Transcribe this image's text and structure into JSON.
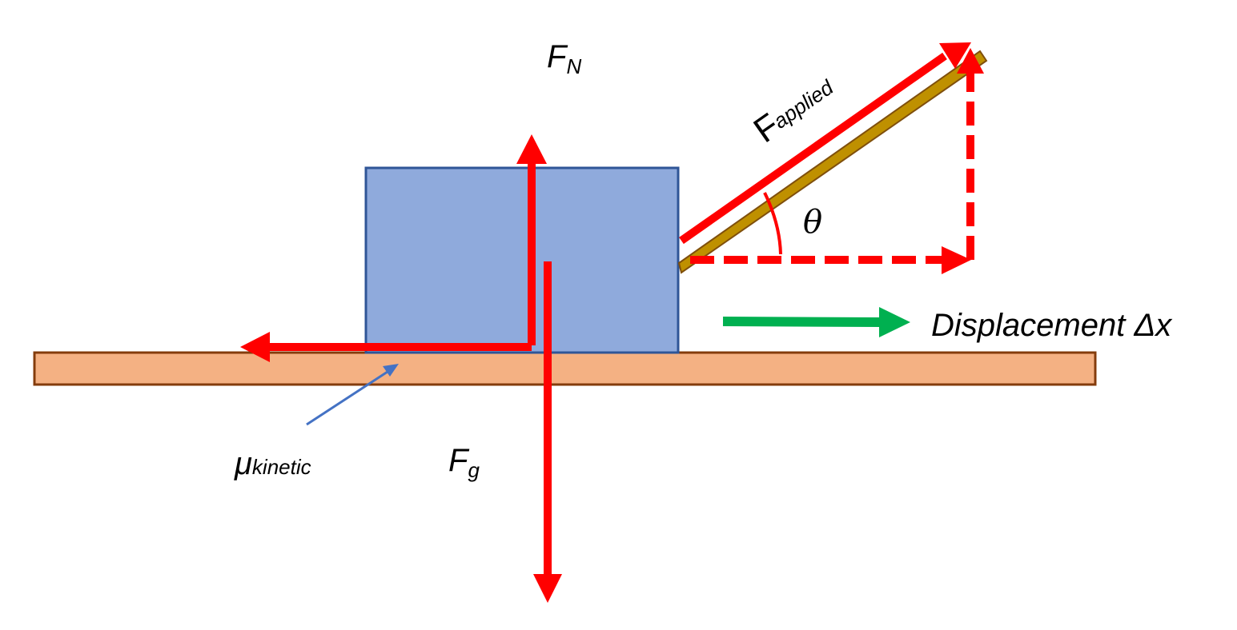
{
  "labels": {
    "normal_force": {
      "main": "F",
      "sub": "N"
    },
    "gravity_force": {
      "main": "F",
      "sub": "g"
    },
    "applied_force": {
      "main": "F",
      "sub": "applied"
    },
    "friction_coefficient": {
      "main": "μ",
      "sub": "kinetic"
    },
    "angle": "θ",
    "displacement": "Displacement Δx"
  },
  "colors": {
    "force_arrow": "#ff0000",
    "block_fill": "#8faadc",
    "block_stroke": "#2f5597",
    "surface_fill": "#f4b183",
    "surface_stroke": "#843c0c",
    "rope_fill": "#bf9000",
    "rope_stroke": "#7f4f0c",
    "displacement_arrow": "#00b050",
    "pointer_arrow": "#4472c4"
  }
}
